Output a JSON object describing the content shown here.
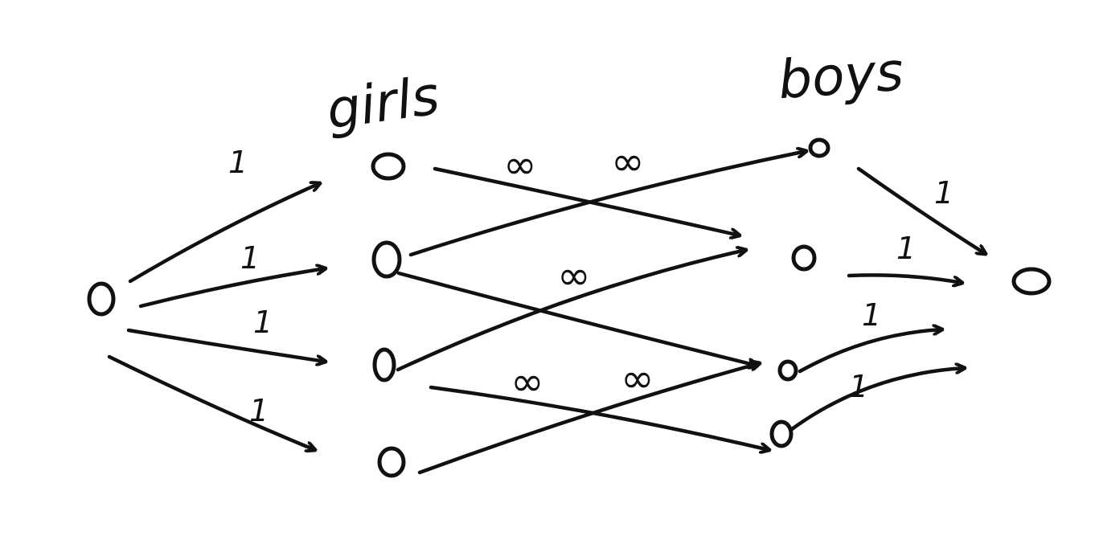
{
  "labels": {
    "girls": "girls",
    "boys": "boys"
  },
  "capacities": {
    "source_edges": [
      "1",
      "1",
      "1",
      "1"
    ],
    "sink_edges": [
      "1",
      "1",
      "1",
      "1"
    ],
    "middle_edges": [
      "∞",
      "∞",
      "∞",
      "∞",
      "∞"
    ]
  },
  "colors": {
    "ink": "#111111",
    "background": "#ffffff"
  }
}
